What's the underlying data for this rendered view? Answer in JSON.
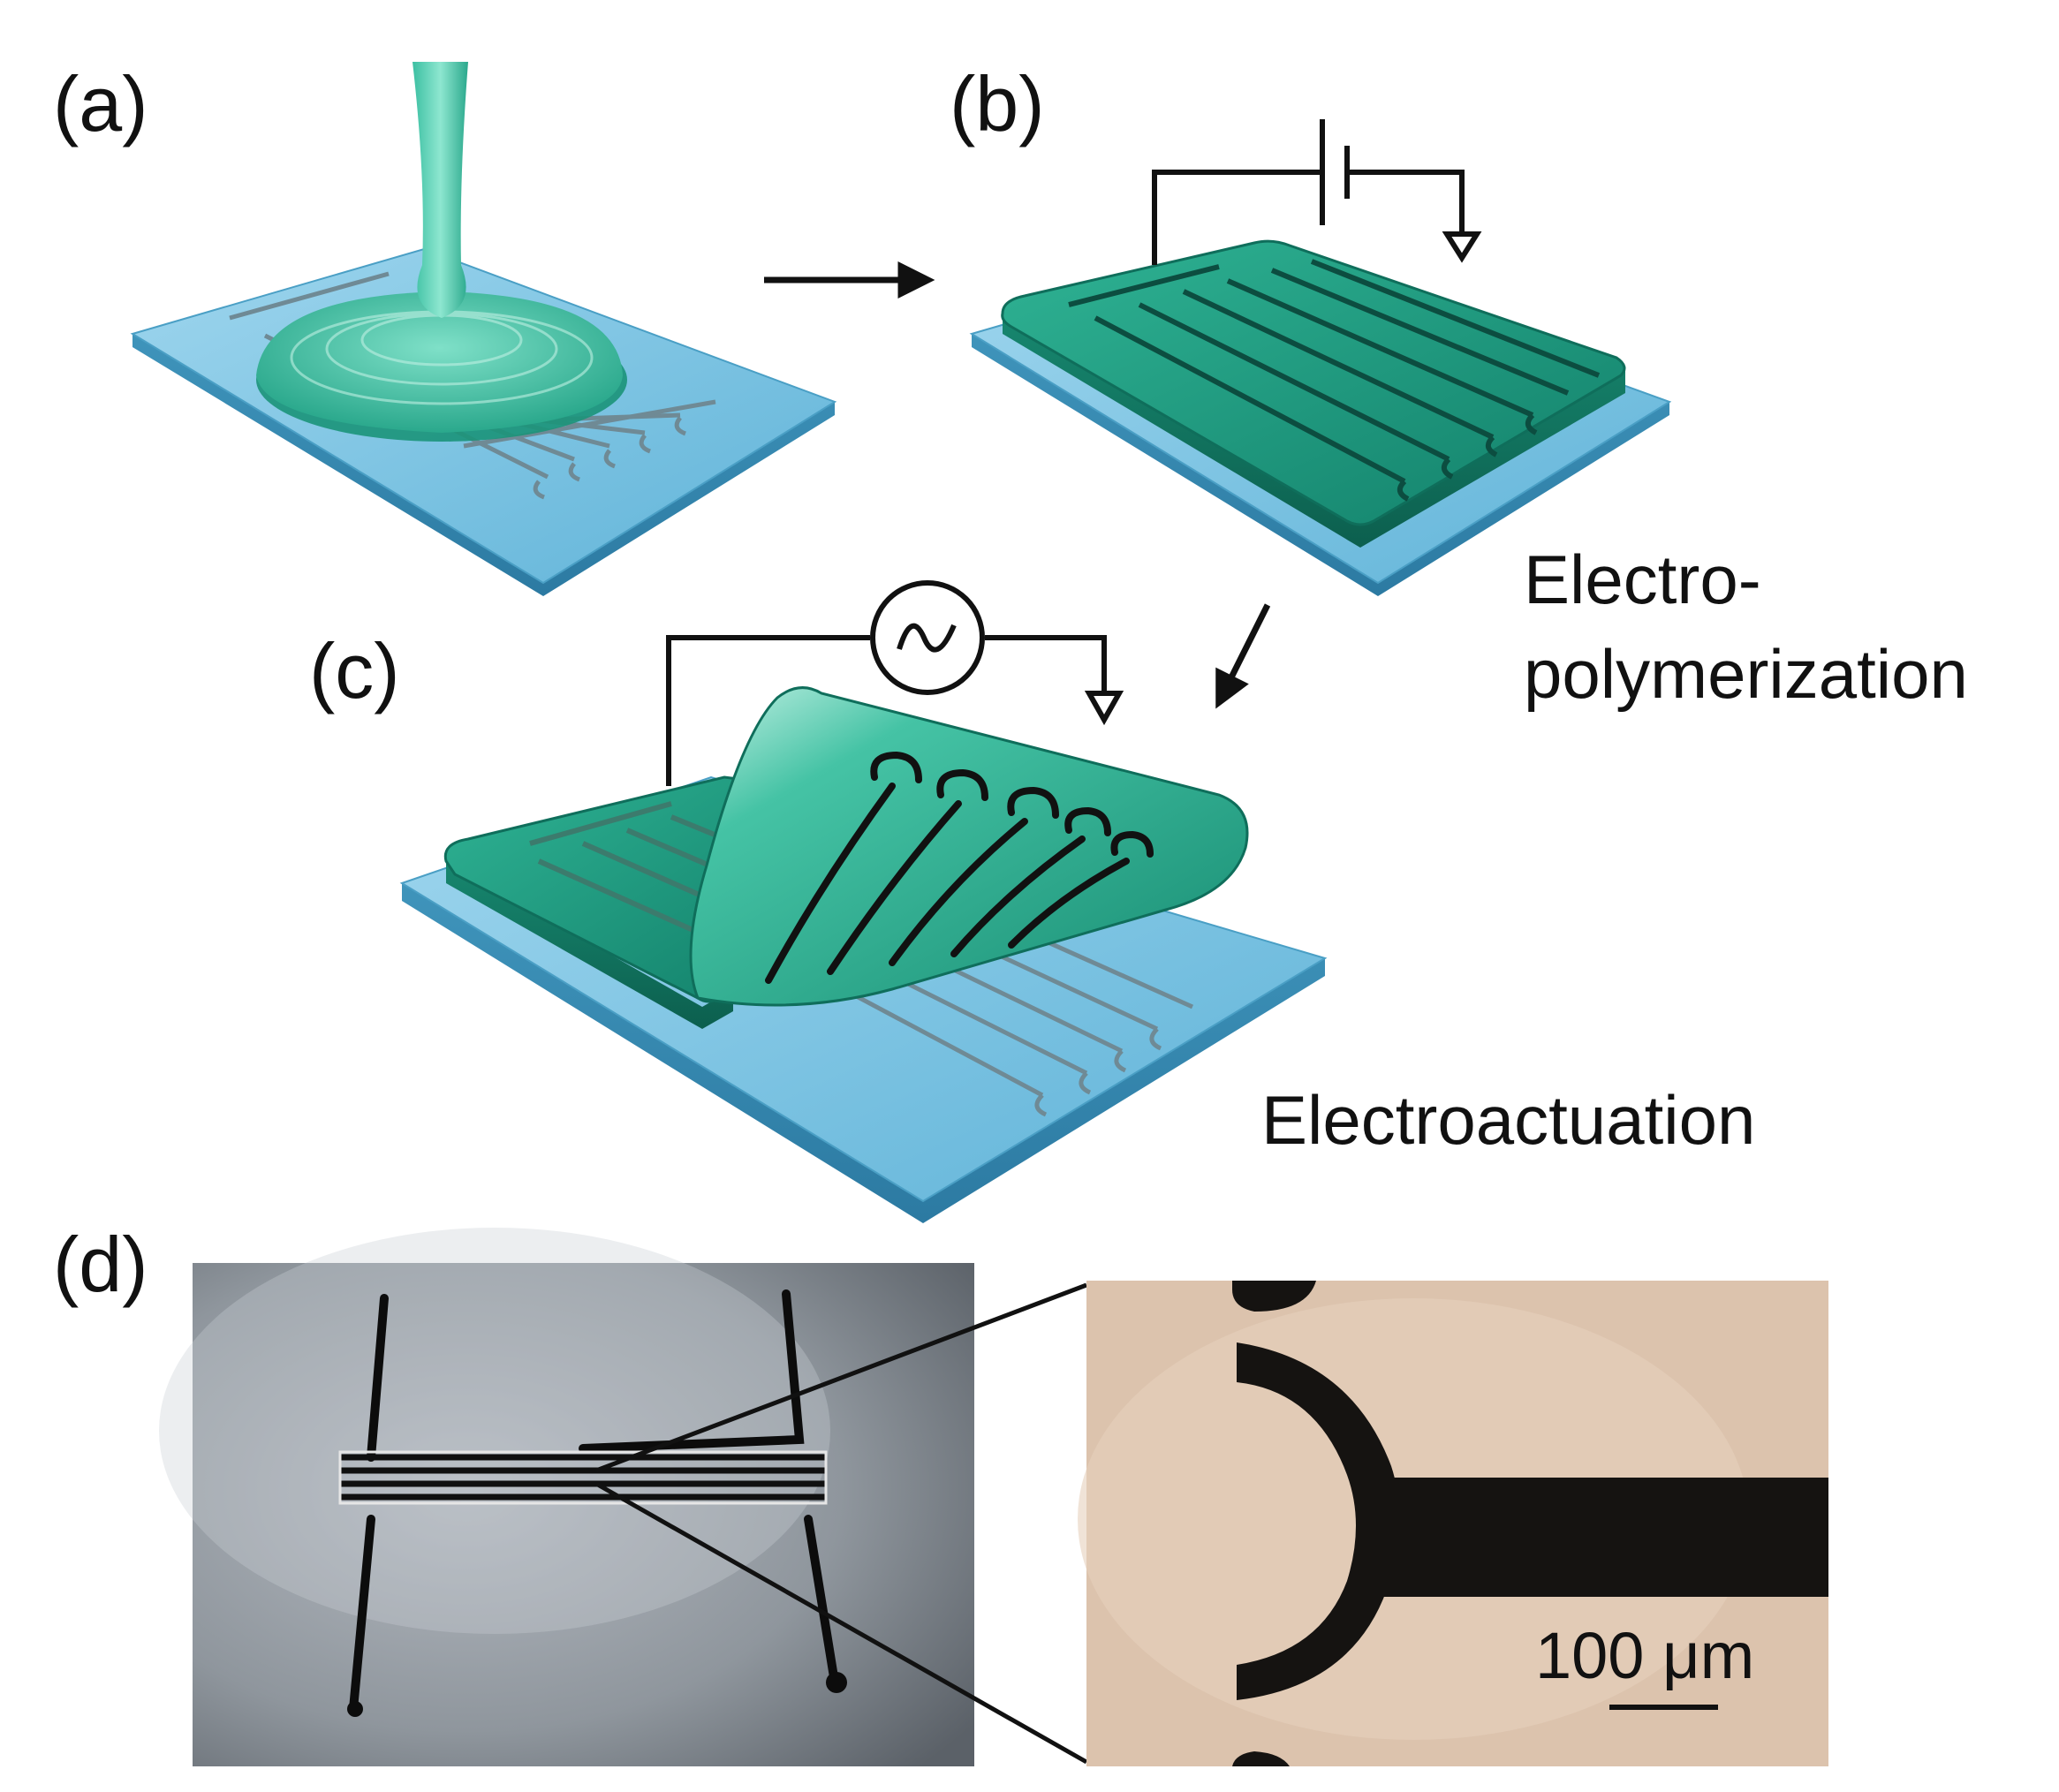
{
  "panels": {
    "a": {
      "label": "(a)"
    },
    "b": {
      "label": "(b)"
    },
    "c": {
      "label": "(c)"
    },
    "d": {
      "label": "(d)"
    }
  },
  "steps": {
    "electropolymerization_line1": "Electro-",
    "electropolymerization_line2": "polymerization",
    "electroactuation": "Electroactuation"
  },
  "micrograph": {
    "scale_bar_label": "100 μm"
  },
  "colors": {
    "glass": "#7cc4e4",
    "polymer": "#1e9b82",
    "solution": "#57d0b6",
    "electrode": "#111111",
    "micrograph_bg": "#dcc3ad"
  }
}
